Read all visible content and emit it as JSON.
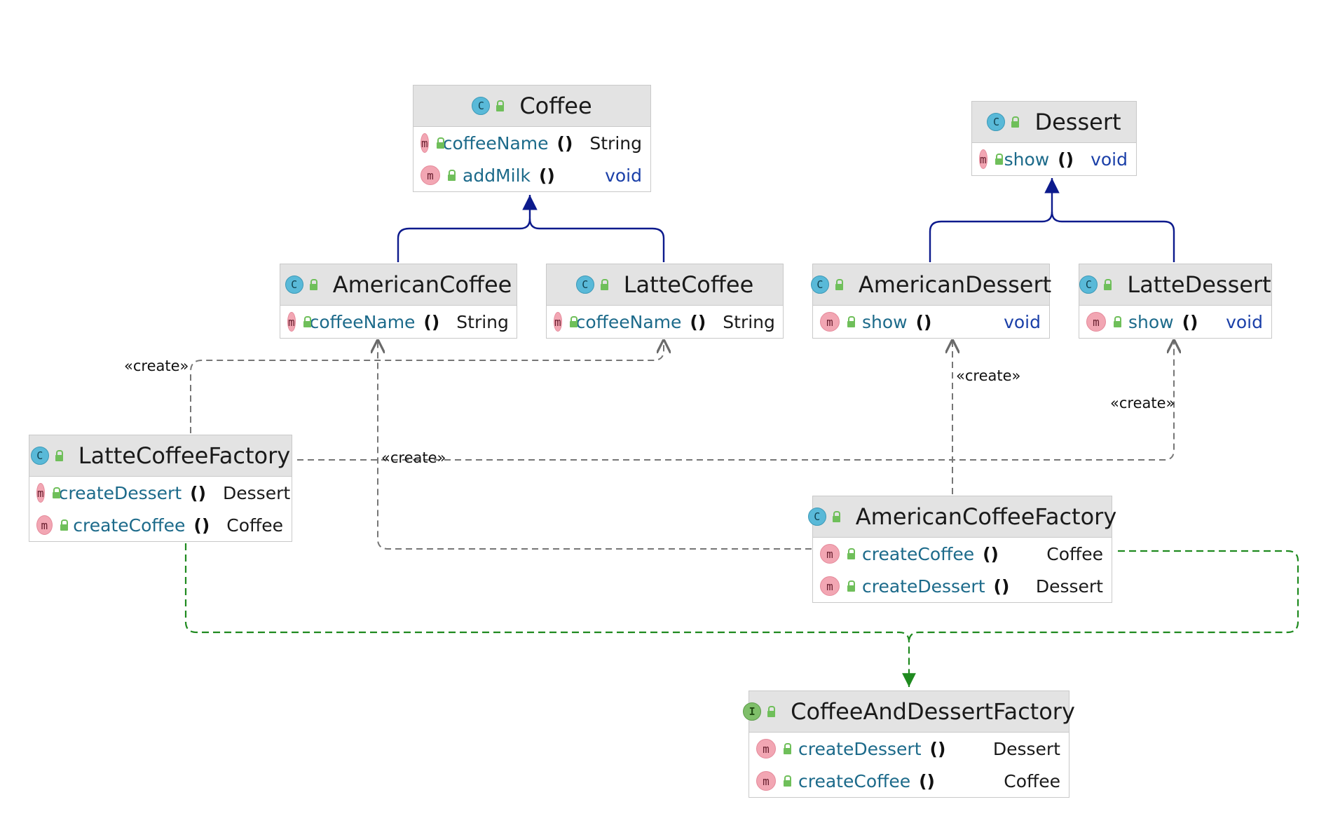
{
  "classes": {
    "coffee": {
      "name": "Coffee",
      "kind": "C",
      "methods": [
        {
          "name": "coffeeName",
          "parens": "()",
          "type": "String"
        },
        {
          "name": "addMilk",
          "parens": "()",
          "type": "void"
        }
      ]
    },
    "dessert": {
      "name": "Dessert",
      "kind": "C",
      "methods": [
        {
          "name": "show",
          "parens": "()",
          "type": "void"
        }
      ]
    },
    "american_coffee": {
      "name": "AmericanCoffee",
      "kind": "C",
      "methods": [
        {
          "name": "coffeeName",
          "parens": "()",
          "type": "String"
        }
      ]
    },
    "latte_coffee": {
      "name": "LatteCoffee",
      "kind": "C",
      "methods": [
        {
          "name": "coffeeName",
          "parens": "()",
          "type": "String"
        }
      ]
    },
    "american_dessert": {
      "name": "AmericanDessert",
      "kind": "C",
      "methods": [
        {
          "name": "show",
          "parens": "()",
          "type": "void"
        }
      ]
    },
    "latte_dessert": {
      "name": "LatteDessert",
      "kind": "C",
      "methods": [
        {
          "name": "show",
          "parens": "()",
          "type": "void"
        }
      ]
    },
    "latte_coffee_factory": {
      "name": "LatteCoffeeFactory",
      "kind": "C",
      "methods": [
        {
          "name": "createDessert",
          "parens": "()",
          "type": "Dessert"
        },
        {
          "name": "createCoffee",
          "parens": "()",
          "type": "Coffee"
        }
      ]
    },
    "american_coffee_factory": {
      "name": "AmericanCoffeeFactory",
      "kind": "C",
      "methods": [
        {
          "name": "createCoffee",
          "parens": "()",
          "type": "Coffee"
        },
        {
          "name": "createDessert",
          "parens": "()",
          "type": "Dessert"
        }
      ]
    },
    "coffee_and_dessert_factory": {
      "name": "CoffeeAndDessertFactory",
      "kind": "I",
      "methods": [
        {
          "name": "createDessert",
          "parens": "()",
          "type": "Dessert"
        },
        {
          "name": "createCoffee",
          "parens": "()",
          "type": "Coffee"
        }
      ]
    }
  },
  "relation_labels": {
    "create_1": "«create»",
    "create_2": "«create»",
    "create_3": "«create»",
    "create_4": "«create»"
  },
  "colors": {
    "inheritance": "#0c1a8c",
    "dependency": "#7a7a7a",
    "realization": "#1f8a1f"
  }
}
